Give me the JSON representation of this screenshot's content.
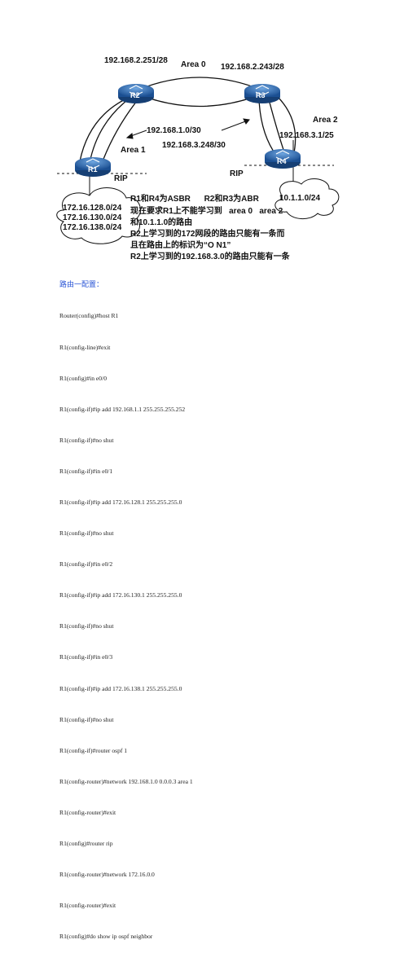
{
  "diagram": {
    "labels": {
      "ip_r2": "192.168.2.251/28",
      "area0": "Area 0",
      "ip_r3": "192.168.2.243/28",
      "area2": "Area 2",
      "ip_r1_r2": "192.168.1.0/30",
      "ip_r4": "192.168.3.1/25",
      "area1": "Area 1",
      "ip_r3_r4": "192.168.3.248/30",
      "rip_left": "RIP",
      "rip_right": "RIP",
      "cloud_left": [
        "172.16.128.0/24",
        "172.16.130.0/24",
        "172.16.138.0/24"
      ],
      "cloud_right": "10.1.1.0/24"
    },
    "routers": [
      "R1",
      "R2",
      "R3",
      "R4"
    ],
    "notes": [
      "R1和R4为ASBR      R2和R3为ABR",
      "现在要求R1上不能学习到   area 0   area 2",
      "和10.1.1.0的路由",
      "R2上学习到的172网段的路由只能有一条而",
      "且在路由上的标识为“O N1”",
      "R2上学习到的192.168.3.0的路由只能有一条"
    ]
  },
  "config": {
    "title": "路由一配置：",
    "lines": [
      "Router(config)#host R1",
      "R1(config-line)#exit",
      "R1(config)#in e0/0",
      "R1(config-if)#ip add 192.168.1.1 255.255.255.252",
      "R1(config-if)#no shut",
      "R1(config-if)#in e0/1",
      "R1(config-if)#ip add 172.16.128.1 255.255.255.0",
      "R1(config-if)#no shut",
      "R1(config-if)#in e0/2",
      "R1(config-if)#ip add 172.16.130.1 255.255.255.0",
      "R1(config-if)#no shut",
      "R1(config-if)#in e0/3",
      "R1(config-if)#ip add 172.16.138.1 255.255.255.0",
      "R1(config-if)#no shut",
      "R1(config-if)#router ospf 1",
      "R1(config-router)#network 192.168.1.0 0.0.0.3 area 1",
      "R1(config-router)#exit",
      "R1(config)#router rip",
      "R1(config-router)#network 172.16.0.0",
      "R1(config-router)#exit",
      "R1(config)#do show ip ospf neighbor"
    ]
  },
  "colors": {
    "router": "#1f5fa8",
    "title": "#2a55d6"
  }
}
